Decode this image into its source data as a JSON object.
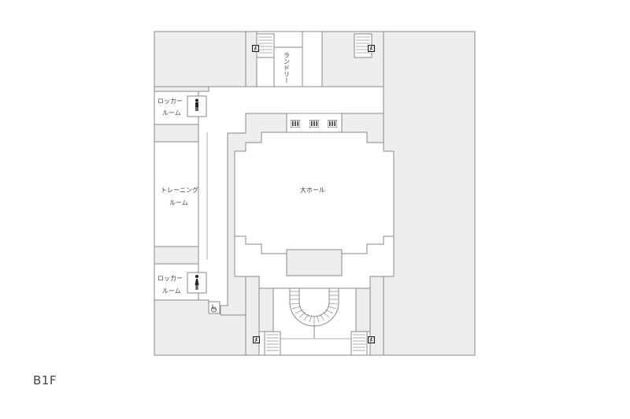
{
  "floor": {
    "label": "B1F"
  },
  "rooms": {
    "laundry": "ランドリー",
    "locker_top_l1": "ロッカー",
    "locker_top_l2": "ルーム",
    "training_l1": "トレーニング",
    "training_l2": "ルーム",
    "locker_bottom_l1": "ロッカー",
    "locker_bottom_l2": "ルーム",
    "main_hall": "大ホール"
  },
  "icons": {
    "emergency_exit": "emergency-exit-icon",
    "elevator": "elevator-icon",
    "mens_restroom": "male-icon",
    "womens_restroom": "female-icon",
    "accessible": "wheelchair-icon"
  },
  "colors": {
    "wall_fill": "#eeeeee",
    "line": "#888888",
    "text": "#444444"
  }
}
